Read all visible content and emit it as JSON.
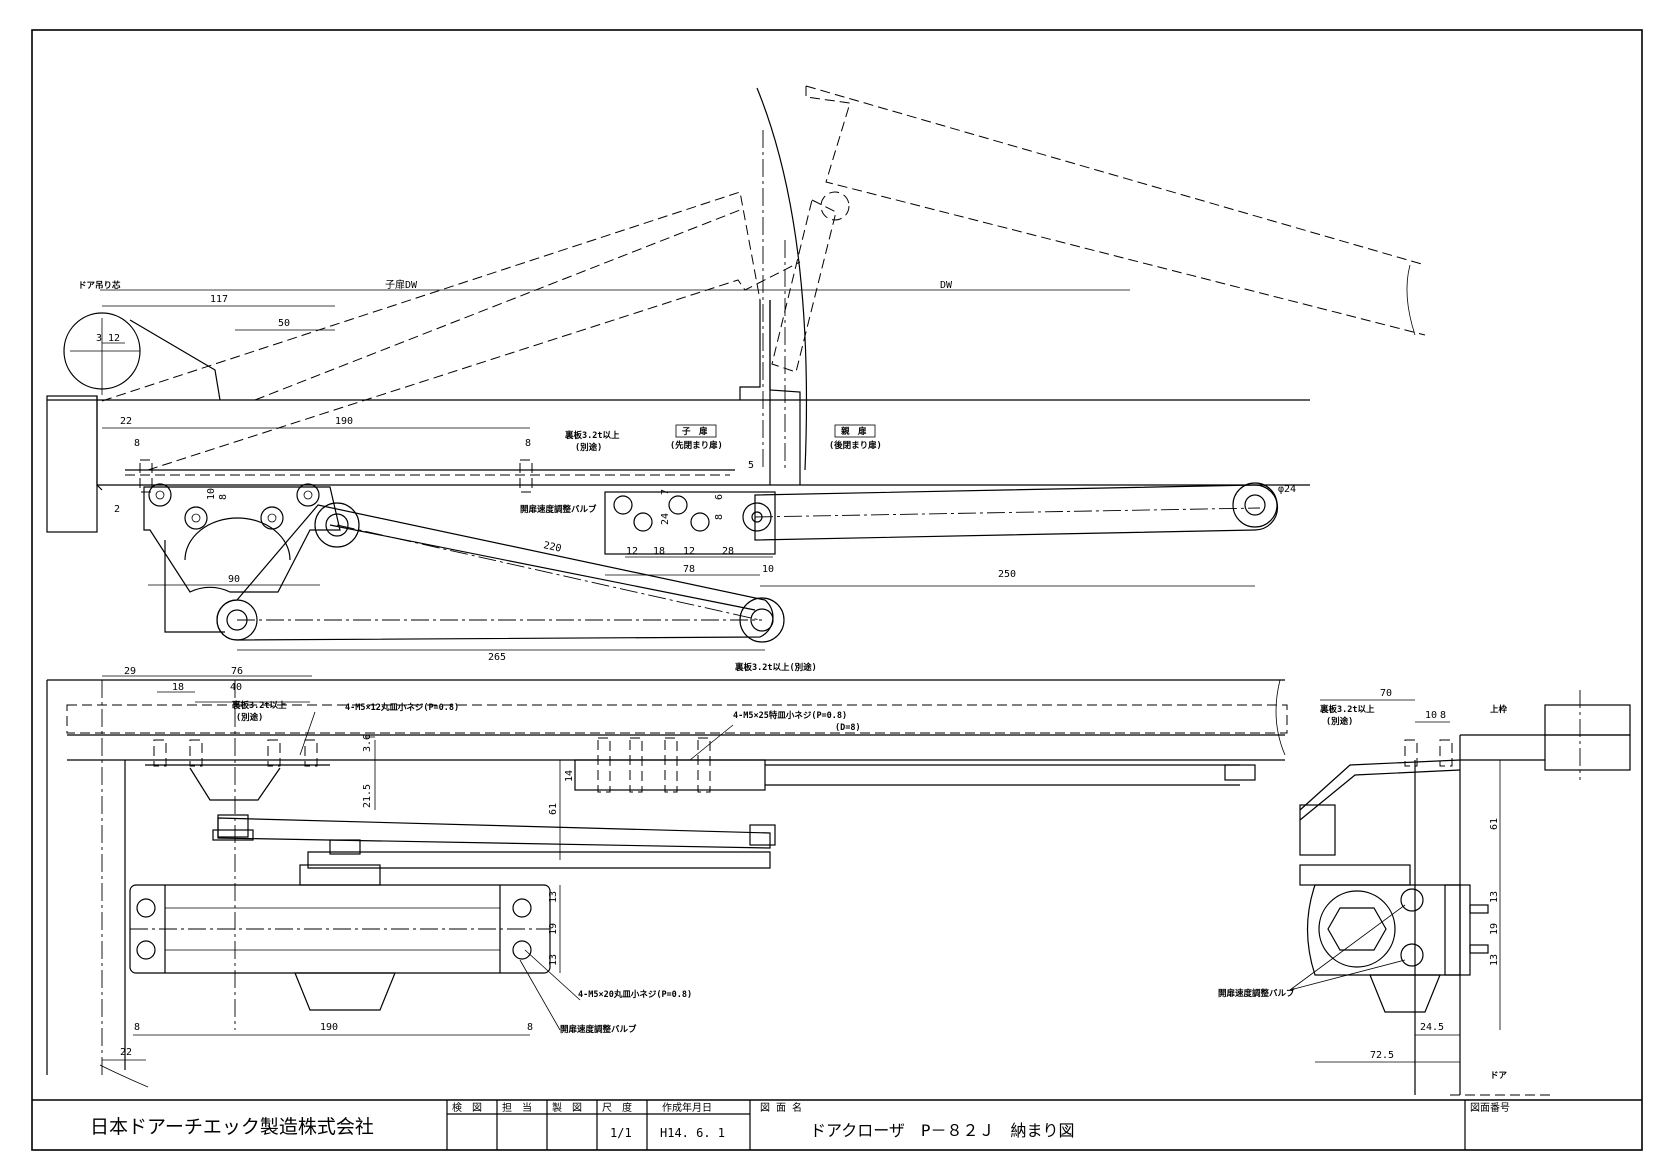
{
  "title_block": {
    "company": "日本ドアーチエック製造株式会社",
    "drawing_title": "ドアクローザ　P－８２Ｊ　納まり図",
    "labels": {
      "check": "検　図",
      "charge": "担　当",
      "drawn": "製　図",
      "scale": "尺　度",
      "date": "作成年月日",
      "name": "図 面 名",
      "number": "図面番号"
    },
    "scale_value": "1/1",
    "date_value": "H14. 6. 1"
  },
  "top_view": {
    "labels": {
      "door_hinge": "ドア吊り芯",
      "child_dw": "子扉DW",
      "dw": "DW",
      "child_door": "子　扉",
      "child_door_sub": "(先閉まり扉)",
      "parent_door": "親　扉",
      "parent_door_sub": "(後閉まり扉)",
      "backplate": "裏板3.2t以上",
      "separate": "(別途)",
      "valve": "開扉速度調整バルブ"
    },
    "dims": {
      "d117": "117",
      "d50": "50",
      "d3": "3",
      "d12": "12",
      "d22": "22",
      "d190": "190",
      "d8a": "8",
      "d8b": "8",
      "d10": "10",
      "d8v": "8",
      "d2": "2",
      "d5": "5",
      "d7": "7",
      "d6": "6",
      "d24": "24",
      "d8c": "8",
      "d12a": "12",
      "d18": "18",
      "d12b": "12",
      "d28": "28",
      "d78": "78",
      "d10b": "10",
      "d250": "250",
      "d90": "90",
      "d220": "220",
      "d265": "265",
      "phi24": "φ24"
    }
  },
  "front_view": {
    "labels": {
      "backplate_top": "裏板3.2t以上(別途)",
      "backplate": "裏板3.2t以上",
      "separate": "(別途)",
      "screw12": "4-M5×12丸皿小ネジ(P=0.8)",
      "screw25": "4-M5×25特皿小ネジ(P=0.8)",
      "screw25_sub": "(D=8)",
      "screw20": "4-M5×20丸皿小ネジ(P=0.8)",
      "valve": "開扉速度調整バルブ"
    },
    "dims": {
      "d29": "29",
      "d76": "76",
      "d18": "18",
      "d40": "40",
      "d3_6": "3.6",
      "d21_5": "21.5",
      "d14": "14",
      "d61": "61",
      "d13a": "13",
      "d19": "19",
      "d13b": "13",
      "d8a": "8",
      "d190": "190",
      "d8b": "8",
      "d22": "22"
    }
  },
  "side_view": {
    "labels": {
      "backplate": "裏板3.2t以上",
      "separate": "(別途)",
      "frame": "上枠",
      "door": "ドア",
      "valve": "開扉速度調整バルブ"
    },
    "dims": {
      "d70": "70",
      "d10": "10",
      "d8": "8",
      "d61": "61",
      "d13a": "13",
      "d19": "19",
      "d13b": "13",
      "d24_5": "24.5",
      "d72_5": "72.5"
    }
  }
}
